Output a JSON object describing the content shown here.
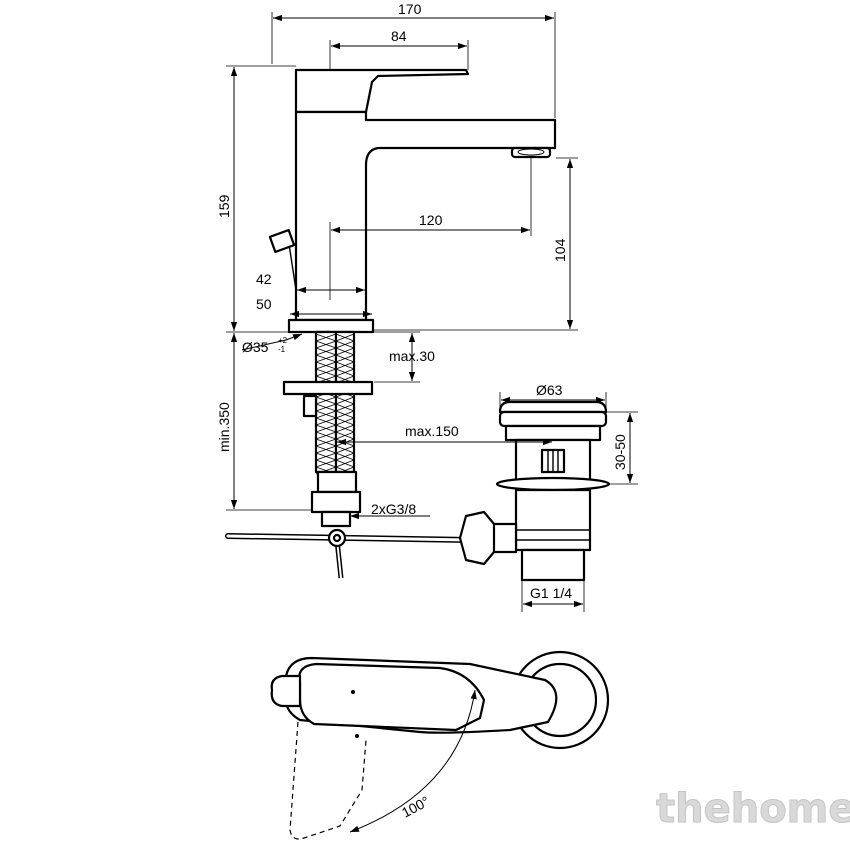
{
  "dimensions": {
    "total_width": "170",
    "handle_length": "84",
    "total_height": "159",
    "spout_reach": "120",
    "spout_height": "104",
    "base_width_42": "42",
    "base_width_50": "50",
    "hole_diameter": "Ø35",
    "hole_tolerance_plus": "+2",
    "hole_tolerance_minus": "-1",
    "max_thickness": "max.30",
    "min_hose_length": "min.350",
    "max_distance": "max.150",
    "connection_thread": "2xG3/8",
    "waste_diameter": "Ø63",
    "waste_height": "30-50",
    "waste_thread": "G1 1/4",
    "rotation_angle": "100°"
  },
  "watermark": "thehome"
}
